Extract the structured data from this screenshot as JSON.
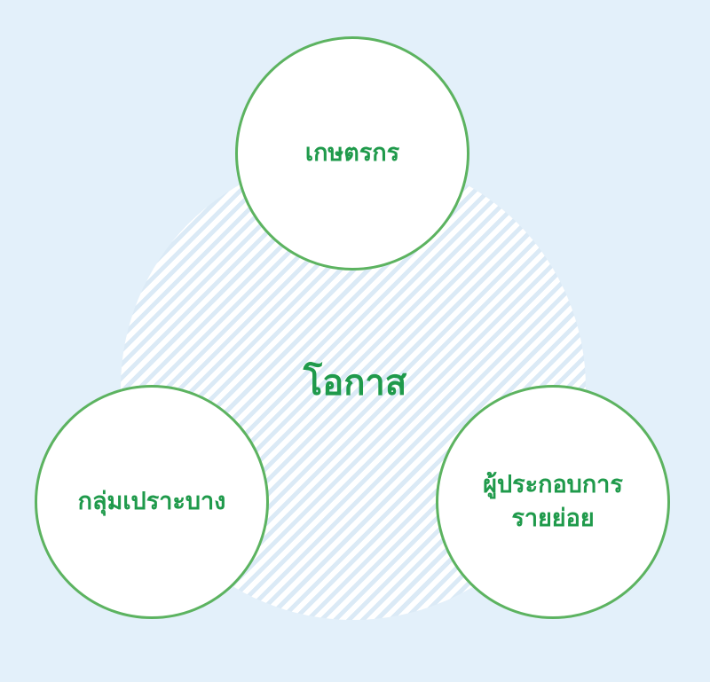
{
  "diagram": {
    "center_label": "โอกาส",
    "nodes": {
      "top": {
        "label": "เกษตรกร"
      },
      "left": {
        "label": "กลุ่มเปราะบาง"
      },
      "right": {
        "line1": "ผู้ประกอบการ",
        "line2": "รายย่อย"
      }
    }
  },
  "colors": {
    "background": "#e3f0fa",
    "text_green": "#1f9a4b",
    "circle_border": "#5cb360",
    "hatch": "#dbeaf6"
  }
}
